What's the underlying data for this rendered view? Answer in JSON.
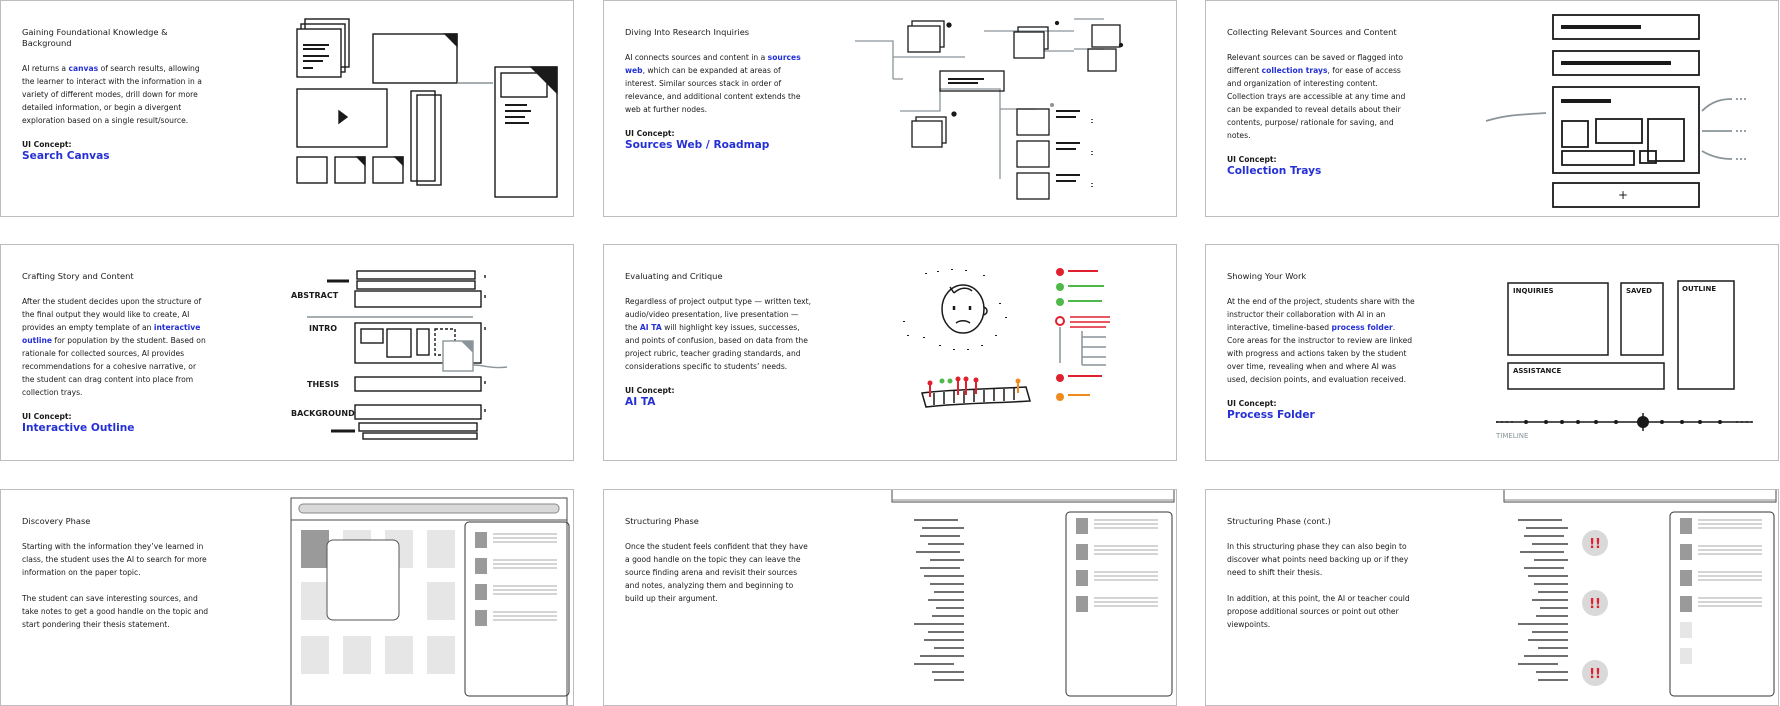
{
  "cards": [
    {
      "title": "Gaining Foundational Knowledge & Background",
      "body": [
        {
          "t": "AI returns a "
        },
        {
          "t": "canvas",
          "h": true
        },
        {
          "t": " of search results, allowing the learner to interact with the information in a variety of different modes, drill down for more detailed information, or begin a divergent exploration based on a single result/source."
        }
      ],
      "concept_label": "UI Concept:",
      "concept": "Search Canvas"
    },
    {
      "title": "Diving Into Research Inquiries",
      "body": [
        {
          "t": "AI connects sources and content in a "
        },
        {
          "t": "sources web",
          "h": true
        },
        {
          "t": ", which can be expanded at areas of interest. Similar sources stack in order of relevance, and additional content extends the web at further nodes."
        }
      ],
      "concept_label": "UI Concept:",
      "concept": "Sources Web / Roadmap"
    },
    {
      "title": "Collecting Relevant Sources and Content",
      "body": [
        {
          "t": "Relevant sources can be saved or flagged into different "
        },
        {
          "t": "collection trays",
          "h": true
        },
        {
          "t": ", for ease of access and organization of interesting content. Collection trays are accessible at any time and can be expanded to reveal details about their contents, purpose/ rationale for saving, and notes."
        }
      ],
      "concept_label": "UI Concept:",
      "concept": "Collection Trays"
    },
    {
      "title": "Crafting Story and Content",
      "body": [
        {
          "t": "After the student decides upon the structure of the final output they would like to create, AI provides an empty template of an "
        },
        {
          "t": "interactive outline",
          "h": true
        },
        {
          "t": " for population by the student. Based on rationale for collected sources, AI provides recommendations for a cohesive narrative, or the student can drag content into place from collection trays."
        }
      ],
      "concept_label": "UI Concept:",
      "concept": "Interactive Outline"
    },
    {
      "title": "Evaluating and Critique",
      "body": [
        {
          "t": "Regardless of project output type — written text, audio/video presentation, live presentation — the "
        },
        {
          "t": "AI TA",
          "h": true
        },
        {
          "t": " will highlight key issues, successes, and points of confusion, based on data from the project rubric, teacher grading standards, and considerations specific to students’ needs."
        }
      ],
      "concept_label": "UI Concept:",
      "concept": "AI TA"
    },
    {
      "title": "Showing Your Work",
      "body": [
        {
          "t": "At the end of the project, students share with the instructor their collaboration with AI in an interactive, timeline-based "
        },
        {
          "t": "process folder",
          "h": true
        },
        {
          "t": ". Core areas for the instructor to review are linked with progress and actions taken by the student over time, revealing when and where AI was used, decision points, and evaluation received."
        }
      ],
      "concept_label": "UI Concept:",
      "concept": "Process Folder"
    },
    {
      "title": "Discovery Phase",
      "paras": [
        "Starting with the information they’ve learned in class, the student uses the AI to search for more information on the paper topic.",
        "The student can save interesting sources, and take notes to get a good handle on the topic and start pondering their thesis statement."
      ]
    },
    {
      "title": "Structuring Phase",
      "paras": [
        "Once the student feels confident that they have a good handle on the topic they can leave the source finding arena and revisit their sources and notes, analyzing them and beginning to build up their argument."
      ]
    },
    {
      "title": "Structuring Phase (cont.)",
      "paras": [
        "In this structuring phase they can also begin to discover what points need backing up or if they need to shift their thesis.",
        "In addition, at this point, the AI or teacher could propose additional sources or point out other viewpoints."
      ]
    }
  ],
  "sketch_labels": {
    "abstract": "ABSTRACT",
    "intro": "INTRO",
    "thesis": "THESIS",
    "background": "BACKGROUND",
    "inquiries": "INQUIRIES",
    "saved": "SAVED",
    "outline": "OUTLINE",
    "assistance": "ASSISTANCE",
    "timeline": "TIMELINE",
    "plus": "+",
    "alert": "!!"
  },
  "colors": {
    "accent": "#2430d6",
    "red": "#e0202f",
    "green": "#4fb84a",
    "orange": "#f08a1c",
    "ink": "#1a1a1a",
    "gray": "#8a9499"
  }
}
